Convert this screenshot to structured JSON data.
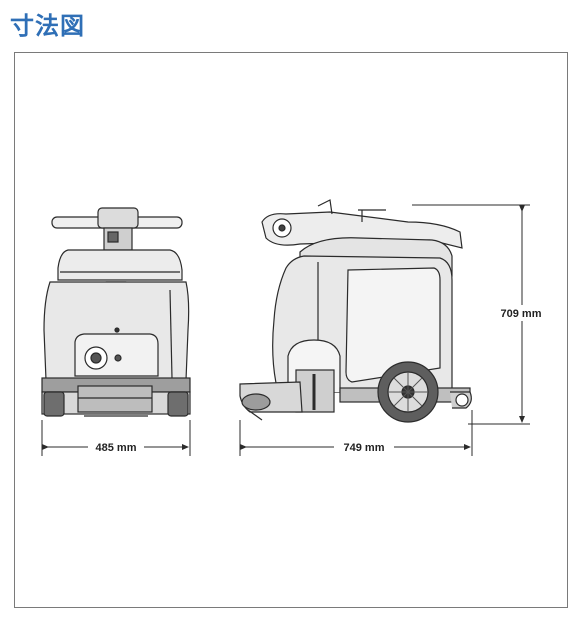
{
  "title": "寸法図",
  "dimensions": {
    "front_width": "485 mm",
    "side_length": "749 mm",
    "height": "709 mm"
  },
  "colors": {
    "title": "#2f6fb6",
    "line": "#2b2b2b",
    "body_fill": "#e6e6e6",
    "body_fill_dark": "#9a9a9a"
  }
}
